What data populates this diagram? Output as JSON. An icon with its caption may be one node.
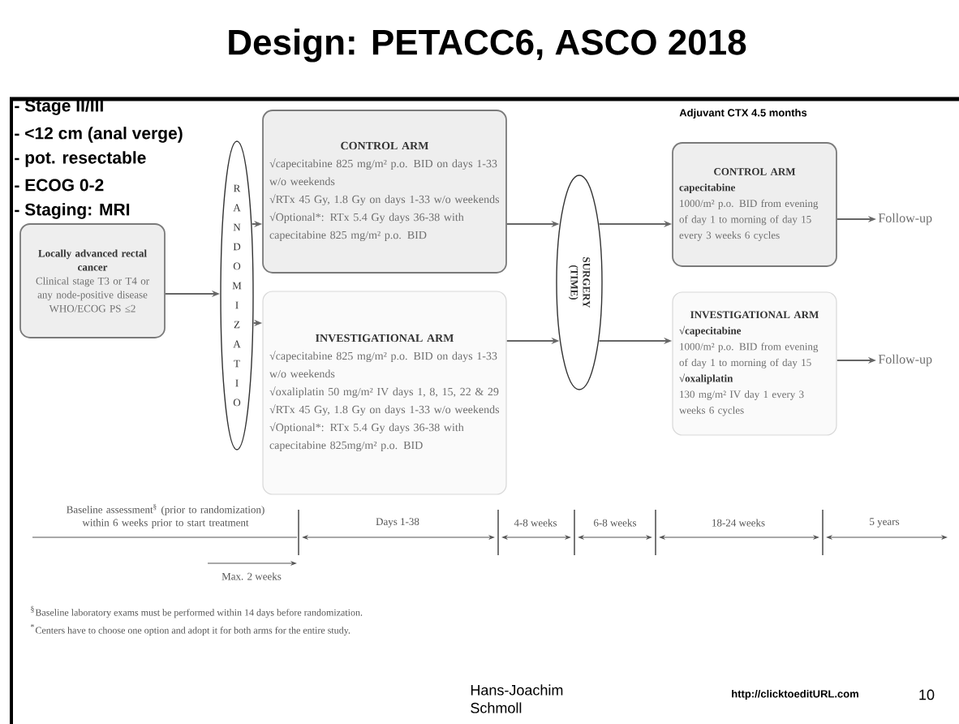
{
  "diagram": {
    "title": "Design: PETACC6, ASCO 2018",
    "nodes": [
      {
        "text": [
          "Locally advanced rectal cancer",
          "Clinical stage T3 or T4 or any node-positive disease WHO/ECOG PS ≤2"
        ]
      },
      {
        "text": [
          "R A N D O M I Z A T I O"
        ]
      },
      {
        "text": [
          "CONTROL ARM",
          "√capecitabine 825 mg/m² p.o. BID on days 1-33 w/o weekends",
          "√RTx 45 Gy, 1.8 Gy on days 1-33 w/o weekends",
          "√Optional*: RTx 5.4 Gy days 36-38 with capecitabine 825 mg/m² p.o. BID"
        ]
      },
      {
        "text": [
          "INVESTIGATIONAL ARM",
          "√capecitabine 825 mg/m² p.o. BID on days 1-33 w/o weekends",
          "√oxaliplatin 50 mg/m² IV days 1, 8, 15, 22 & 29",
          "√RTx 45 Gy, 1.8 Gy on days 1-33 w/o weekends",
          "√Optional*: RTx 5.4 Gy days 36-38 with capecitabine 825mg/m² p.o. BID"
        ]
      },
      {
        "text": [
          "SURGERY (TIME)"
        ]
      },
      {
        "text": [
          "CONTROL ARM",
          "capecitabine",
          "1000/m² p.o. BID from evening of day 1 to morning of day 15 every 3 weeks 6 cycles"
        ]
      },
      {
        "text": [
          "INVESTIGATIONAL ARM",
          "√capecitabine",
          "1000/m² p.o. BID from evening of day 1 to morning of day 15",
          "√oxaliplatin",
          "130 mg/m² IV day 1 every 3 weeks 6 cycles"
        ]
      },
      {
        "text": [
          "Follow-up"
        ]
      },
      {
        "text": [
          "Follow-up"
        ]
      }
    ],
    "edges": [
      {
        "from": 0,
        "to": 1,
        "arrow": "to"
      },
      {
        "from": 1,
        "to": 2,
        "arrow": "to"
      },
      {
        "from": 1,
        "to": 3,
        "arrow": "to"
      },
      {
        "from": 2,
        "to": 4,
        "arrow": "to"
      },
      {
        "from": 3,
        "to": 4,
        "arrow": "to"
      },
      {
        "from": 4,
        "to": 5,
        "arrow": "to"
      },
      {
        "from": 4,
        "to": 6,
        "arrow": "to"
      },
      {
        "from": 5,
        "to": 7,
        "arrow": "to"
      },
      {
        "from": 6,
        "to": 8,
        "arrow": "to"
      }
    ],
    "labels": [
      "- Stage II/III",
      "- <12 cm (anal verge)",
      "- pot. resectable",
      "- ECOG 0-2",
      "- Staging: MRI",
      "Adjuvant CTX 4.5 months",
      "Baseline assessment$^{§}$ (prior to randomization) within 6 weeks prior to start treatment",
      "Days 1-38",
      "4-8 weeks",
      "6-8 weeks",
      "18-24 weeks",
      "5 years",
      "Max. 2 weeks",
      "$^{§}$Baseline laboratory exams must be performed within 14 days before randomization.",
      "$^{*}$Centers have to choose one option and adopt it for both arms for the entire study.",
      "Hans-Joachim Schmoll",
      "http://clicktoeditURL.com",
      "10"
    ]
  }
}
